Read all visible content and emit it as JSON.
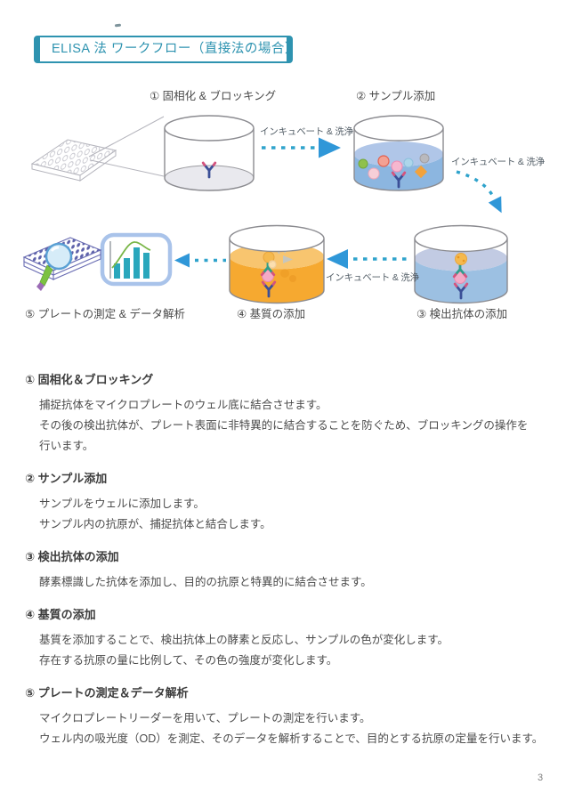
{
  "page": {
    "number": "3"
  },
  "title": "ELISA 法 ワークフロー（直接法の場合）",
  "diagram": {
    "step1_label": "① 固相化 & ブロッキング",
    "step2_label": "② サンプル添加",
    "step3_label": "③ 検出抗体の添加",
    "step4_label": "④ 基質の添加",
    "step5_label": "⑤ プレートの測定 & データ解析",
    "arrow1_label": "インキュベート & 洗浄",
    "arrow2_label": "インキュベート & 洗浄",
    "arrow3_label": "インキュベート & 洗浄",
    "icons": [
      "microplate-lineart-icon",
      "well-cylinder",
      "antibody-glyph",
      "antigen-ball",
      "enzyme-ball",
      "dashed-arrow",
      "plate-reader-icon",
      "magnifier-icon",
      "bar-chart-icon"
    ]
  },
  "sections": [
    {
      "heading": "① 固相化＆ブロッキング",
      "lines": [
        "捕捉抗体をマイクロプレートのウェル底に結合させます。",
        "その後の検出抗体が、プレート表面に非特異的に結合することを防ぐため、ブロッキングの操作を",
        "行います。"
      ]
    },
    {
      "heading": "② サンプル添加",
      "lines": [
        "サンプルをウェルに添加します。",
        "サンプル内の抗原が、捕捉抗体と結合します。"
      ]
    },
    {
      "heading": "③ 検出抗体の添加",
      "lines": [
        "酵素標識した抗体を添加し、目的の抗原と特異的に結合させます。"
      ]
    },
    {
      "heading": "④ 基質の添加",
      "lines": [
        "基質を添加することで、検出抗体上の酵素と反応し、サンプルの色が変化します。",
        "存在する抗原の量に比例して、その色の強度が変化します。"
      ]
    },
    {
      "heading": "⑤ プレートの測定＆データ解析",
      "lines": [
        "マイクロプレートリーダーを用いて、プレートの測定を行います。",
        "ウェル内の吸光度（OD）を測定、そのデータを解析することで、目的とする抗原の定量を行います。"
      ]
    }
  ],
  "colors": {
    "accent": "#2E93B0",
    "arrow_dash": "#2FA3CC",
    "arrow_head": "#2F97D8",
    "liquid_blue": "#8CB6E0",
    "liquid_blue2": "#9CC0E2",
    "liquid_orange": "#F6A930",
    "chart_bar": "#2AA7BC",
    "chart_line": "#7AB648",
    "text_heading": "#3C3C3C",
    "text_body": "#4B4B4B"
  }
}
